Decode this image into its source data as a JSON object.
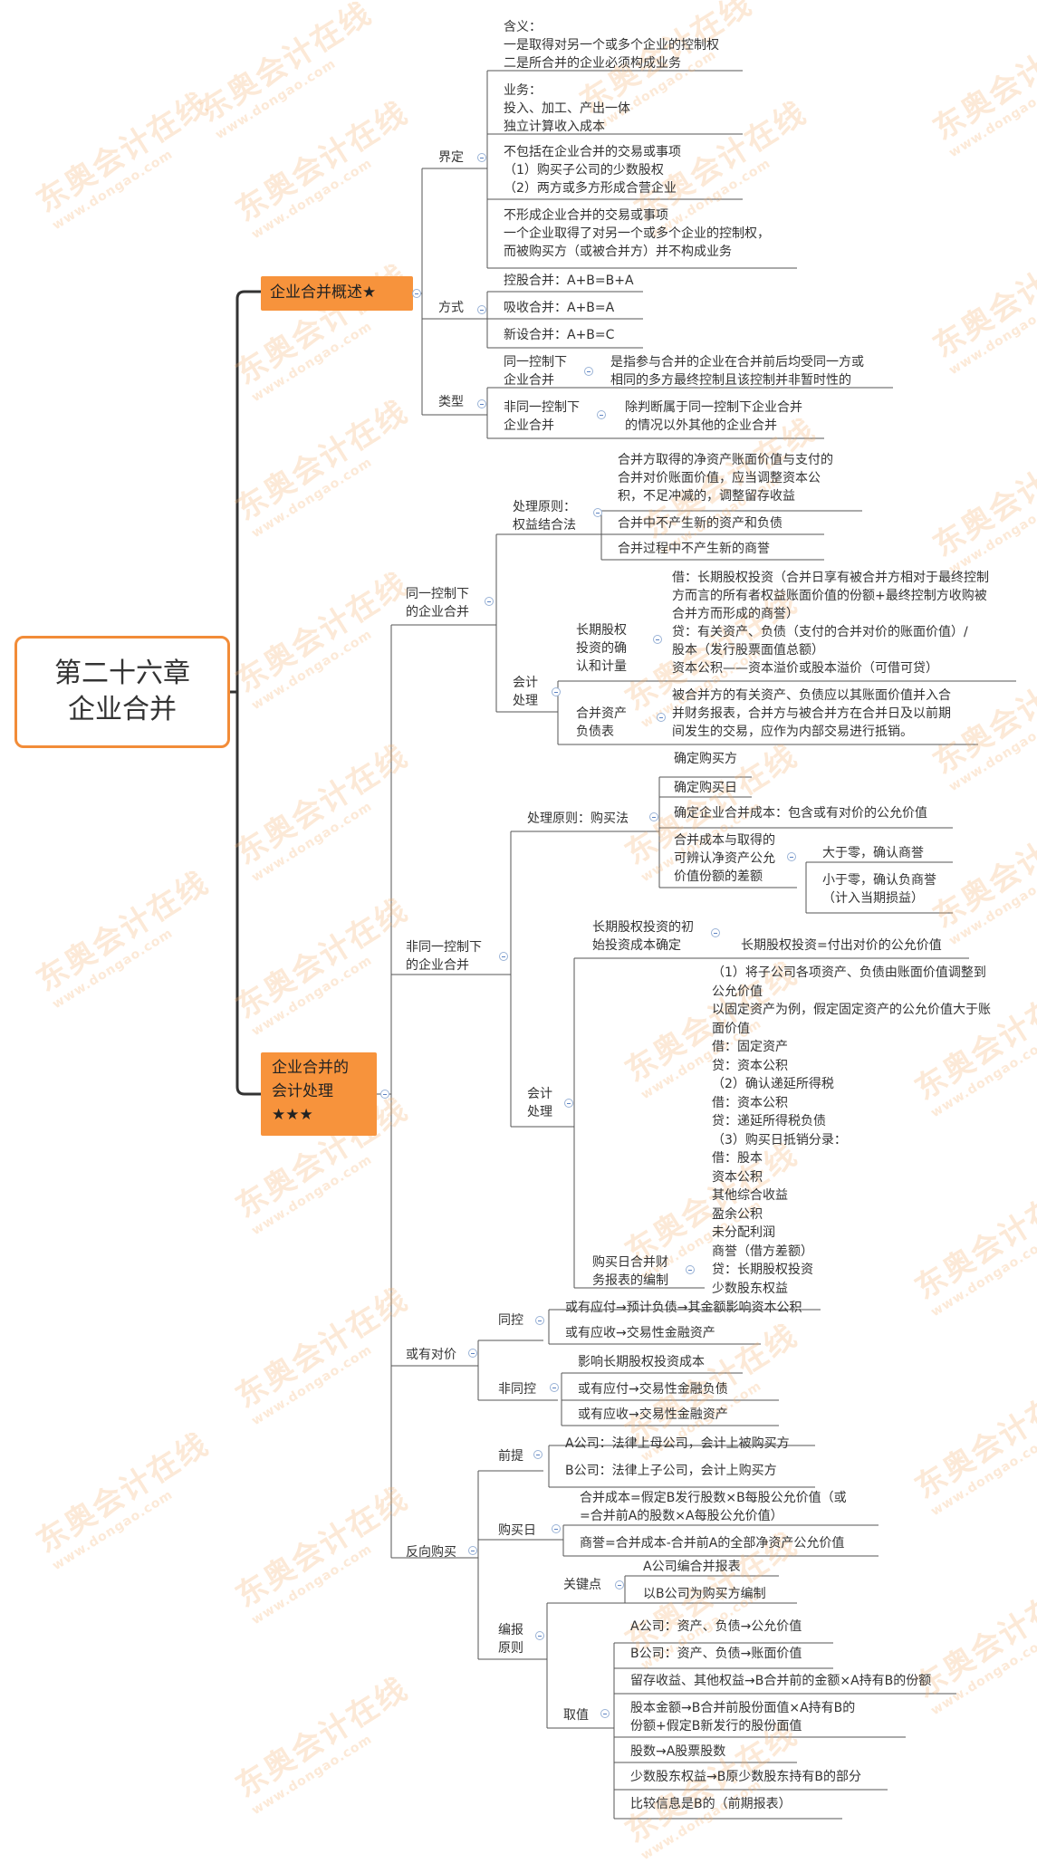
{
  "watermark": {
    "brand": "东奥会计在线",
    "url": "www.dongao.com"
  },
  "root": {
    "line1": "第二十六章",
    "line2": "企业合并"
  },
  "overview": {
    "title": "企业合并概述★",
    "define": {
      "label": "界定",
      "meaning": [
        "含义：",
        "一是取得对另一个或多个企业的控制权",
        "二是所合并的企业必须构成业务"
      ],
      "business": [
        "业务：",
        "投入、加工、产出一体",
        "独立计算收入成本"
      ],
      "exclude": [
        "不包括在企业合并的交易或事项",
        "（1）购买子公司的少数股权",
        "（2）两方或多方形成合营企业"
      ],
      "notform": [
        "不形成企业合并的交易或事项",
        "一个企业取得了对另一个或多个企业的控制权，",
        "而被购买方（或被合并方）并不构成业务"
      ]
    },
    "method": {
      "label": "方式",
      "items": [
        "控股合并：A+B=B+A",
        "吸收合并：A+B=A",
        "新设合并：A+B=C"
      ]
    },
    "type": {
      "label": "类型",
      "same_label": [
        "同一控制下",
        "企业合并"
      ],
      "same_desc": [
        "是指参与合并的企业在合并前后均受同一方或",
        "相同的多方最终控制且该控制并非暂时性的"
      ],
      "diff_label": [
        "非同一控制下",
        "企业合并"
      ],
      "diff_desc": [
        "除判断属于同一控制下企业合并",
        "的情况以外其他的企业合并"
      ]
    }
  },
  "accounting": {
    "title": [
      "企业合并的",
      "会计处理",
      "★★★"
    ],
    "same": {
      "label": [
        "同一控制下",
        "的企业合并"
      ],
      "principle_label": [
        "处理原则：",
        "权益结合法"
      ],
      "principle_items": [
        [
          "合并方取得的净资产账面价值与支付的",
          "合并对价账面价值，应当调整资本公",
          "积，不足冲减的，调整留存收益"
        ],
        [
          "合并中不产生新的资产和负债"
        ],
        [
          "合并过程中不产生新的商誉"
        ]
      ],
      "acct_label": [
        "会计",
        "处理"
      ],
      "lti_label": [
        "长期股权",
        "投资的确",
        "认和计量"
      ],
      "lti_text": [
        "借：长期股权投资（合并日享有被合并方相对于最终控制",
        "方而言的所有者权益账面价值的份额+最终控制方收购被",
        "合并方而形成的商誉）",
        "  贷：有关资产、负债（支付的合并对价的账面价值）/",
        "股本（发行股票面值总额）",
        "      资本公积——资本溢价或股本溢价（可借可贷）"
      ],
      "merge_label": [
        "合并资产",
        "负债表"
      ],
      "merge_text": [
        "被合并方的有关资产、负债应以其账面价值并入合",
        "并财务报表，合并方与被合并方在合并日及以前期",
        "间发生的交易，应作为内部交易进行抵销。"
      ]
    },
    "diff": {
      "label": [
        "非同一控制下",
        "的企业合并"
      ],
      "principle_label": "处理原则：购买法",
      "items": [
        "确定购买方",
        "确定购买日",
        "确定企业合并成本：包含或有对价的公允价值"
      ],
      "diff_label": [
        "合并成本与取得的",
        "可辨认净资产公允",
        "价值份额的差额"
      ],
      "gt_zero": "大于零，确认商誉",
      "lt_zero": [
        "小于零，确认负商誉",
        "（计入当期损益）"
      ],
      "acct_label": [
        "会计",
        "处理"
      ],
      "initial_label": [
        "长期股权投资的初",
        "始投资成本确定"
      ],
      "initial_text": "长期股权投资=付出对价的公允价值",
      "consol_label": [
        "购买日合并财",
        "务报表的编制"
      ],
      "consol_text": [
        "（1）将子公司各项资产、负债由账面价值调整到",
        "公允价值",
        "以固定资产为例，假定固定资产的公允价值大于账",
        "面价值",
        "借：固定资产",
        "    贷：资本公积",
        "  （2）确认递延所得税",
        "借：资本公积",
        "    贷：递延所得税负债",
        "  （3）购买日抵销分录：",
        "借：股本",
        "      资本公积",
        "      其他综合收益",
        "      盈余公积",
        "      未分配利润",
        "      商誉（借方差额）",
        "    贷：长期股权投资",
        "          少数股东权益"
      ]
    },
    "contingent": {
      "label": "或有对价",
      "same_label": "同控",
      "same_items": [
        "或有应付→预计负债→其金额影响资本公积",
        "或有应收→交易性金融资产"
      ],
      "diff_label": "非同控",
      "diff_items": [
        "影响长期股权投资成本",
        "或有应付→交易性金融负债",
        "或有应收→交易性金融资产"
      ]
    },
    "reverse": {
      "label": "反向购买",
      "premise_label": "前提",
      "premise_items": [
        "A公司：法律上母公司，会计上被购买方",
        "B公司：法律上子公司，会计上购买方"
      ],
      "date_label": "购买日",
      "date_items": [
        [
          "合并成本=假定B发行股数×B每股公允价值（或",
          "=合并前A的股数×A每股公允价值）"
        ],
        [
          "商誉=合并成本-合并前A的全部净资产公允价值"
        ]
      ],
      "report_label": [
        "编报",
        "原则"
      ],
      "key_label": "关键点",
      "key_items": [
        "A公司编合并报表",
        "以B公司为购买方编制"
      ],
      "value_label": "取值",
      "value_items": [
        [
          "A公司：资产、负债→公允价值"
        ],
        [
          "B公司：资产、负债→账面价值"
        ],
        [
          "留存收益、其他权益→B合并前的金额×A持有B的份额"
        ],
        [
          "股本金额→B合并前股份面值×A持有B的",
          "份额+假定B新发行的股份面值"
        ],
        [
          "股数→A股票股数"
        ],
        [
          "少数股东权益→B原少数股东持有B的部分"
        ],
        [
          "比较信息是B的（前期报表）"
        ]
      ]
    }
  }
}
